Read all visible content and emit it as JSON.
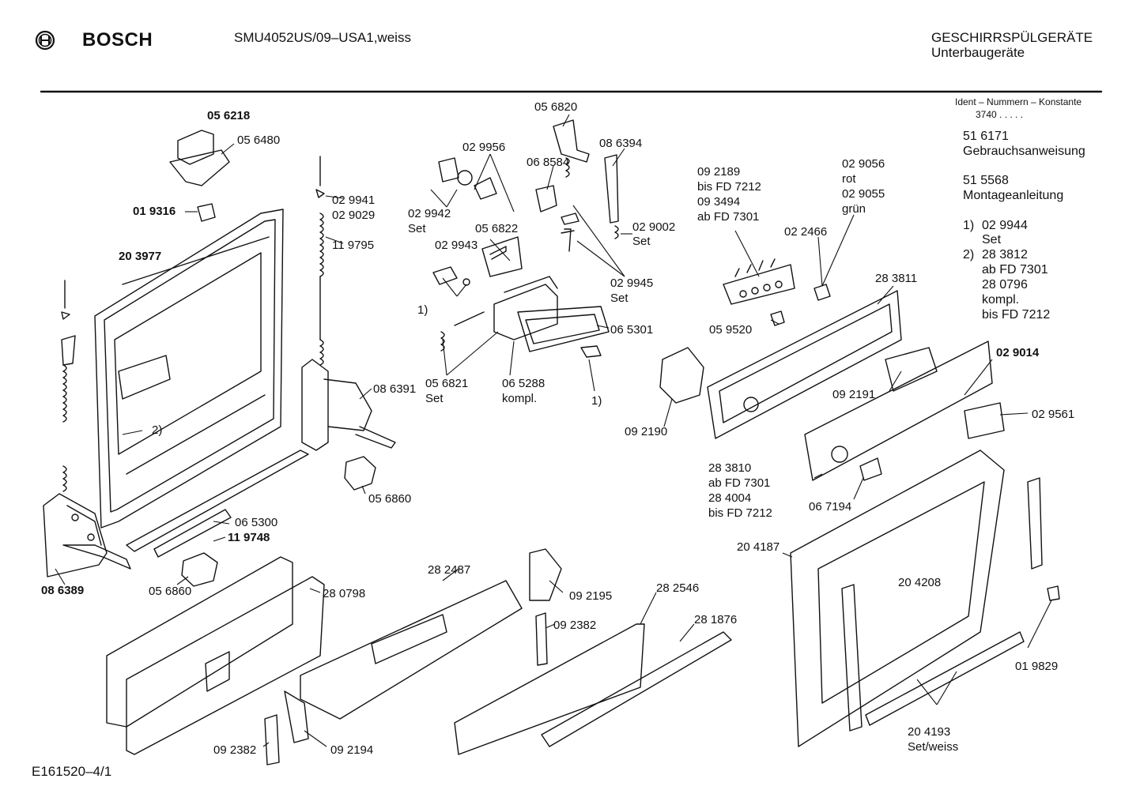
{
  "header": {
    "brand": "BOSCH",
    "model": "SMU4052US/09–USA1,weiss",
    "category": "GESCHIRRSPÜLGERÄTE",
    "subcategory": "Unterbaugeräte"
  },
  "footer": {
    "drawing_code": "E161520–4/1"
  },
  "sidebar": {
    "ident_title": "Ident – Nummern – Konstante",
    "ident_value": "3740  .  .  .  .  .",
    "doc1_num": "51 6171",
    "doc1_name": "Gebrauchsanweisung",
    "doc2_num": "51 5568",
    "doc2_name": "Montageanleitung",
    "n1_idx": "1)",
    "n1_num": "02 9944",
    "n1_note": "Set",
    "n2_idx": "2)",
    "n2_num": "28 3812",
    "n2_l2": "ab FD 7301",
    "n2_l3": "28 0796",
    "n2_l4": "kompl.",
    "n2_l5": "bis FD 7212"
  },
  "labels": {
    "p056218": "05 6218",
    "p056480": "05 6480",
    "p019316": "01 9316",
    "p203977": "20 3977",
    "p029941": "02 9941",
    "p029029": "02 9029",
    "p119795": "11 9795",
    "p056820": "05 6820",
    "p029956": "02 9956",
    "p068584": "06 8584",
    "p086394": "08 6394",
    "p029942": "02 9942",
    "p029942s": "Set",
    "p056822": "05 6822",
    "p029943": "02 9943",
    "p029002": "02 9002",
    "p029002s": "Set",
    "p029945": "02 9945",
    "p029945s": "Set",
    "n1a": "1)",
    "p065301": "06 5301",
    "p056821": "05 6821",
    "p056821s": "Set",
    "p065288": "06 5288",
    "p065288s": "kompl.",
    "n1b": "1)",
    "p092189": "09 2189",
    "p092189a": "bis FD 7212",
    "p093494": "09 3494",
    "p093494a": "ab FD 7301",
    "p029056": "02 9056",
    "p029056c": "rot",
    "p029055": "02 9055",
    "p029055c": "grün",
    "p022466": "02 2466",
    "p283811": "28 3811",
    "p059520": "05 9520",
    "p029014": "02 9014",
    "p092191": "09 2191",
    "p029561": "02 9561",
    "p092190": "09 2190",
    "p086391": "08 6391",
    "p056860a": "05 6860",
    "n2a": "2)",
    "p283810": "28 3810",
    "p283810a": "ab FD 7301",
    "p284004": "28 4004",
    "p284004a": "bis FD 7212",
    "p067194": "06 7194",
    "p065300": "06 5300",
    "p119748": "11 9748",
    "p056860b": "05 6860",
    "p086389": "08 6389",
    "p280798": "28 0798",
    "p282487": "28 2487",
    "p092195": "09 2195",
    "p282546": "28 2546",
    "p092382a": "09 2382",
    "p281876": "28 1876",
    "p204187": "20 4187",
    "p204208": "20 4208",
    "p019829": "01 9829",
    "p204193": "20 4193",
    "p204193s": "Set/weiss",
    "p092382b": "09 2382",
    "p092194": "09 2194"
  }
}
